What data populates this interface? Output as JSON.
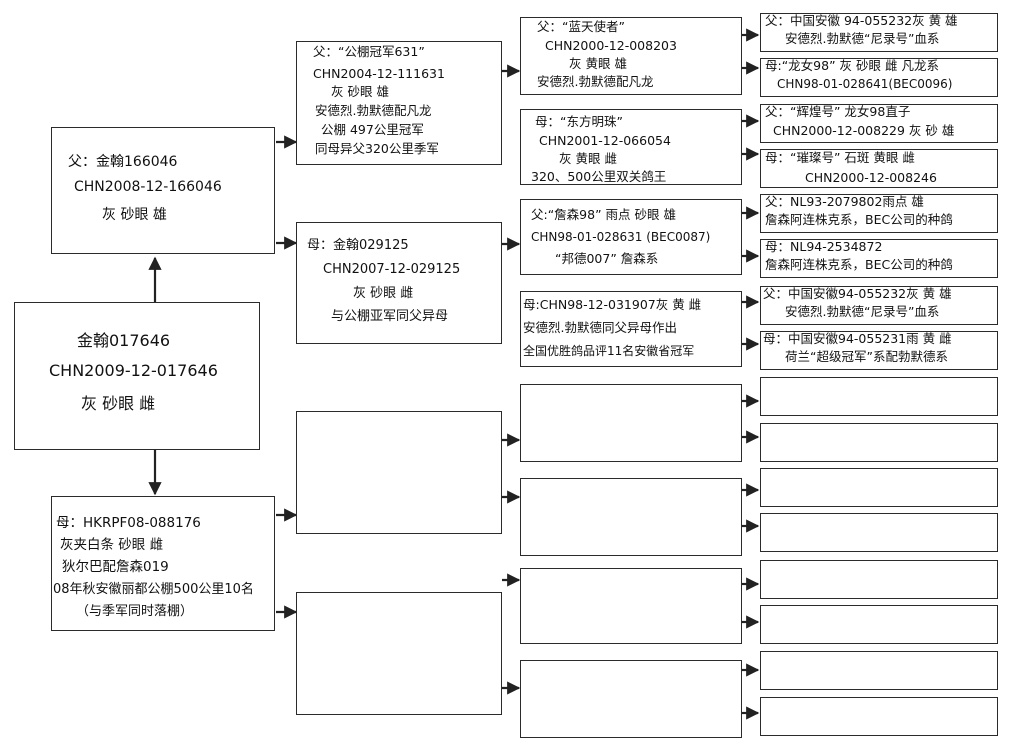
{
  "boxes": [
    {
      "id": "subject",
      "lines": [
        "金翰017646",
        "CHN2009-12-017646",
        "灰 砂眼 雌"
      ]
    },
    {
      "id": "sire",
      "lines": [
        "父：金翰166046",
        "CHN2008-12-166046",
        "灰 砂眼 雄"
      ]
    },
    {
      "id": "dam",
      "lines": [
        "母：HKRPF08-088176",
        "灰夹白条 砂眼 雌",
        "狄尔巴配詹森019",
        "08年秋安徽丽都公棚500公里10名",
        "（与季军同时落棚）"
      ]
    },
    {
      "id": "ss",
      "lines": [
        "父：“公棚冠军631”",
        "CHN2004-12-111631",
        "灰 砂眼 雄",
        "安德烈.勃默德配凡龙",
        "公棚 497公里冠军",
        "同母异父320公里季军"
      ]
    },
    {
      "id": "sd",
      "lines": [
        "母：金翰029125",
        "CHN2007-12-029125",
        "灰 砂眼 雌",
        "与公棚亚军同父异母"
      ]
    },
    {
      "id": "ds",
      "lines": []
    },
    {
      "id": "dd",
      "lines": []
    },
    {
      "id": "sss",
      "lines": [
        "父：“蓝天使者”",
        "CHN2000-12-008203",
        "灰 黄眼 雄",
        "安德烈.勃默德配凡龙"
      ]
    },
    {
      "id": "ssd",
      "lines": [
        "母：“东方明珠”",
        "CHN2001-12-066054",
        "灰 黄眼 雌",
        "320、500公里双关鸽王"
      ]
    },
    {
      "id": "sds",
      "lines": [
        "父:“詹森98” 雨点 砂眼 雄",
        "CHN98-01-028631 (BEC0087)",
        "“邦德007” 詹森系"
      ]
    },
    {
      "id": "sdd",
      "lines": [
        "母:CHN98-12-031907灰 黄 雌",
        "安德烈.勃默德同父异母作出",
        "全国优胜鸽品评11名安徽省冠军"
      ]
    },
    {
      "id": "dss",
      "lines": []
    },
    {
      "id": "dsd",
      "lines": []
    },
    {
      "id": "dds",
      "lines": []
    },
    {
      "id": "ddd",
      "lines": []
    },
    {
      "id": "g1",
      "lines": [
        "父：中国安徽 94-055232灰 黄 雄",
        "安德烈.勃默德“尼录号”血系"
      ]
    },
    {
      "id": "g2",
      "lines": [
        "母:“龙女98” 灰 砂眼 雌 凡龙系",
        "CHN98-01-028641(BEC0096)"
      ]
    },
    {
      "id": "g3",
      "lines": [
        "父：“辉煌号” 龙女98直子",
        "CHN2000-12-008229 灰 砂 雄"
      ]
    },
    {
      "id": "g4",
      "lines": [
        "母：“璀璨号” 石斑 黄眼 雌",
        "CHN2000-12-008246"
      ]
    },
    {
      "id": "g5",
      "lines": [
        "父：NL93-2079802雨点 雄",
        "詹森阿连株克系，BEC公司的种鸽"
      ]
    },
    {
      "id": "g6",
      "lines": [
        "母：NL94-2534872",
        "詹森阿连株克系，BEC公司的种鸽"
      ]
    },
    {
      "id": "g7",
      "lines": [
        "父：中国安徽94-055232灰 黄 雄",
        "安德烈.勃默德“尼录号”血系"
      ]
    },
    {
      "id": "g8",
      "lines": [
        "母：中国安徽94-055231雨 黄 雌",
        "荷兰“超级冠军”系配勃默德系"
      ]
    },
    {
      "id": "g9",
      "lines": []
    },
    {
      "id": "g10",
      "lines": []
    },
    {
      "id": "g11",
      "lines": []
    },
    {
      "id": "g12",
      "lines": []
    },
    {
      "id": "g13",
      "lines": []
    },
    {
      "id": "g14",
      "lines": []
    },
    {
      "id": "g15",
      "lines": []
    },
    {
      "id": "g16",
      "lines": []
    }
  ]
}
